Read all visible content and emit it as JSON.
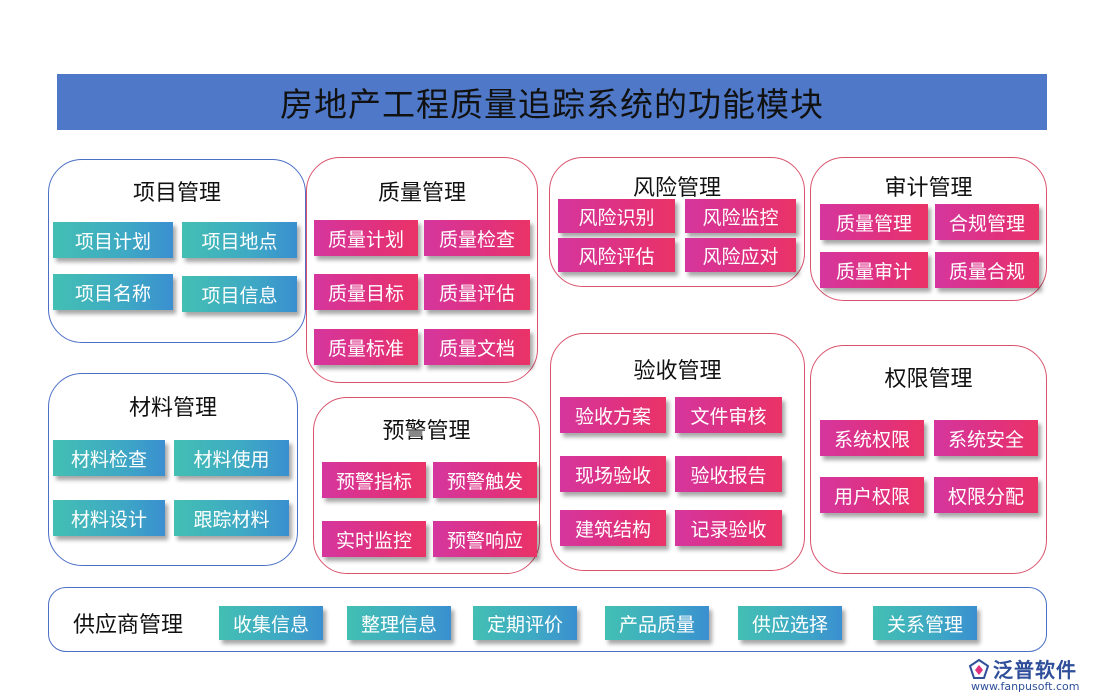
{
  "title": "房地产工程质量追踪系统的功能模块",
  "modules": [
    {
      "name": "项目管理",
      "items": [
        "项目计划",
        "项目地点",
        "项目名称",
        "项目信息"
      ]
    },
    {
      "name": "质量管理",
      "items": [
        "质量计划",
        "质量检查",
        "质量目标",
        "质量评估",
        "质量标准",
        "质量文档"
      ]
    },
    {
      "name": "风险管理",
      "items": [
        "风险识别",
        "风险监控",
        "风险评估",
        "风险应对"
      ]
    },
    {
      "name": "审计管理",
      "items": [
        "质量管理",
        "合规管理",
        "质量审计",
        "质量合规"
      ]
    },
    {
      "name": "材料管理",
      "items": [
        "材料检查",
        "材料使用",
        "材料设计",
        "跟踪材料"
      ]
    },
    {
      "name": "预警管理",
      "items": [
        "预警指标",
        "预警触发",
        "实时监控",
        "预警响应"
      ]
    },
    {
      "name": "验收管理",
      "items": [
        "验收方案",
        "文件审核",
        "现场验收",
        "验收报告",
        "建筑结构",
        "记录验收"
      ]
    },
    {
      "name": "权限管理",
      "items": [
        "系统权限",
        "系统安全",
        "用户权限",
        "权限分配"
      ]
    },
    {
      "name": "供应商管理",
      "items": [
        "收集信息",
        "整理信息",
        "定期评价",
        "产品质量",
        "供应选择",
        "关系管理"
      ]
    }
  ],
  "logo": {
    "name": "泛普软件",
    "url": "www.fanpusoft.com"
  },
  "colors": {
    "title_bar": "#4f79c8",
    "teal_button": "#43bfb3",
    "magenta_button": "#e0317e",
    "blue_border": "#4a6fc5",
    "red_border": "#d9536d",
    "logo": "#2f4f9a"
  }
}
